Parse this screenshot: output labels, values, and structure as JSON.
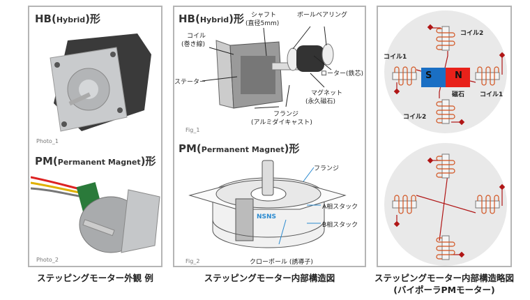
{
  "left_panel": {
    "hb_title_main": "HB(",
    "hb_title_sub": "Hybrid",
    "hb_title_end": ")形",
    "photo1": "Photo_1",
    "pm_title_main": "PM(",
    "pm_title_sub": "Permanent Magnet",
    "pm_title_end": ")形",
    "photo2": "Photo_2",
    "caption": "ステッピングモーター外観 例"
  },
  "middle_panel": {
    "hb_title_main": "HB(",
    "hb_title_sub": "Hybrid",
    "hb_title_end": ")形",
    "labels": {
      "shaft": "シャフト",
      "shaft_dia": "(直径5mm)",
      "bearing": "ボールベアリング",
      "coil": "コイル",
      "coil_sub": "(巻き線)",
      "rotor": "ローター(鉄芯)",
      "stator": "ステーター",
      "magnet": "マグネット",
      "magnet_sub": "(永久磁石)",
      "flange": "フランジ",
      "flange_sub": "(アルミダイキャスト)"
    },
    "fig1": "Fig_1",
    "pm_title_main": "PM(",
    "pm_title_sub": "Permanent Magnet",
    "pm_title_end": ")形",
    "pm_labels": {
      "flange": "フランジ",
      "a_stack": "A相スタック",
      "b_stack": "B相スタック",
      "claw_pole": "クローポール (誘導子)",
      "nsns": "NSNS"
    },
    "fig2": "Fig_2",
    "caption": "ステッピングモーター内部構造図"
  },
  "right_panel": {
    "coil2_top": "コイル2",
    "coil1_left": "コイル1",
    "coil1_right": "コイル1",
    "coil2_bottom": "コイル2",
    "magnet_s": "S",
    "magnet_n": "N",
    "magnet_label": "磁石",
    "caption_line1": "ステッピングモーター内部構造略図",
    "caption_line2": "(バイポーラPMモーター)",
    "colors": {
      "s": "#1a6fc4",
      "n": "#e8211a",
      "coil": "#d2521e",
      "wire": "#b01515",
      "disc": "#e9e9e9"
    }
  }
}
